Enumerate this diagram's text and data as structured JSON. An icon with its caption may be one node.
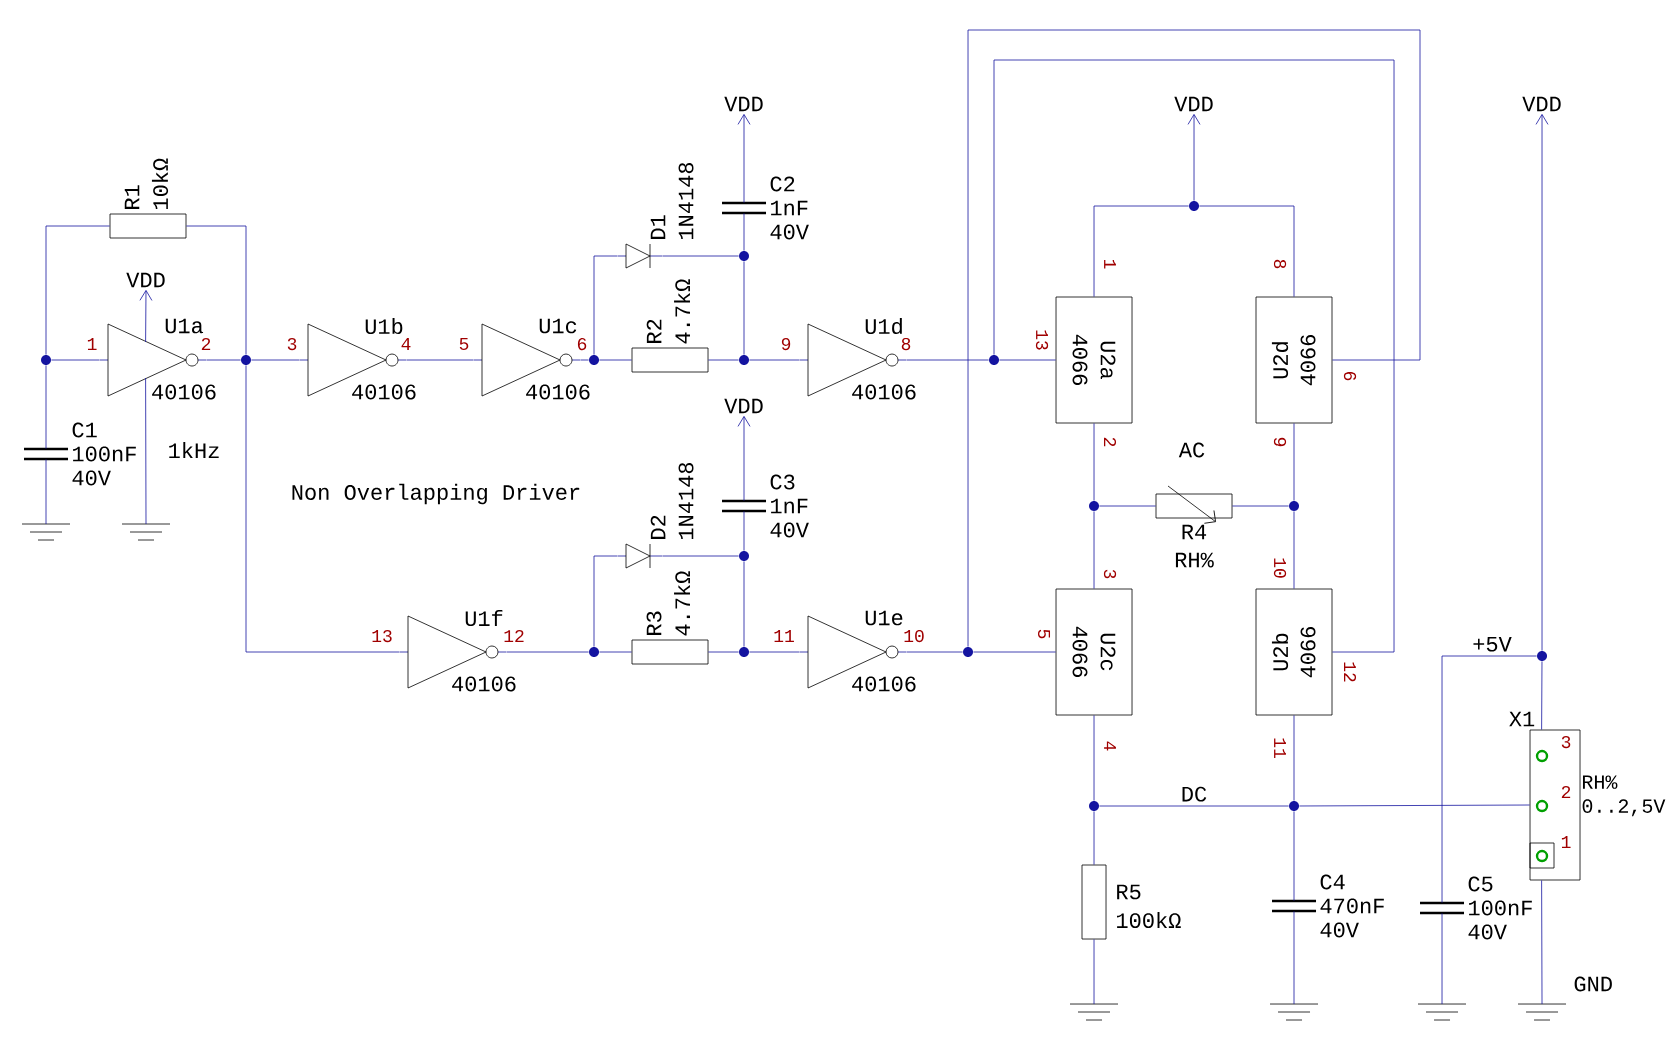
{
  "diagram": {
    "nodes": [
      {
        "text": [
          "R1",
          "10kΩ"
        ]
      },
      {
        "text": [
          "U1a",
          "40106"
        ]
      },
      {
        "text": [
          "VDD"
        ]
      },
      {
        "text": [
          "C1",
          "100nF",
          "40V"
        ]
      },
      {
        "text": [],
        "shape": "ground"
      },
      {
        "text": [],
        "shape": "ground"
      },
      {
        "text": [],
        "shape": "dot"
      },
      {
        "text": [],
        "shape": "dot"
      },
      {
        "text": [
          "U1b",
          "40106"
        ]
      },
      {
        "text": [
          "U1c",
          "40106"
        ]
      },
      {
        "text": [],
        "shape": "dot"
      },
      {
        "text": [
          "D1",
          "1N4148"
        ]
      },
      {
        "text": [
          "R2",
          "4.7kΩ"
        ]
      },
      {
        "text": [],
        "shape": "dot"
      },
      {
        "text": [],
        "shape": "dot"
      },
      {
        "text": [
          "C2",
          "1nF",
          "40V"
        ]
      },
      {
        "text": [
          "VDD"
        ]
      },
      {
        "text": [
          "U1d",
          "40106"
        ]
      },
      {
        "text": [],
        "shape": "dot"
      },
      {
        "text": [
          "U2a",
          "4066"
        ]
      },
      {
        "text": [
          "U2d",
          "4066"
        ]
      },
      {
        "text": [
          "VDD"
        ]
      },
      {
        "text": [],
        "shape": "dot"
      },
      {
        "text": [],
        "shape": "dot"
      },
      {
        "text": [],
        "shape": "dot"
      },
      {
        "text": [
          "R4",
          "RH%"
        ]
      },
      {
        "text": [
          "U1f",
          "40106"
        ]
      },
      {
        "text": [],
        "shape": "dot"
      },
      {
        "text": [
          "D2",
          "1N4148"
        ]
      },
      {
        "text": [
          "R3",
          "4.7kΩ"
        ]
      },
      {
        "text": [],
        "shape": "dot"
      },
      {
        "text": [],
        "shape": "dot"
      },
      {
        "text": [
          "C3",
          "1nF",
          "40V"
        ]
      },
      {
        "text": [
          "VDD"
        ]
      },
      {
        "text": [
          "U1e",
          "40106"
        ]
      },
      {
        "text": [],
        "shape": "dot"
      },
      {
        "text": [
          "U2c",
          "4066"
        ]
      },
      {
        "text": [
          "U2b",
          "4066"
        ]
      },
      {
        "text": [],
        "shape": "dot"
      },
      {
        "text": [],
        "shape": "dot"
      },
      {
        "text": [
          "R5",
          "100kΩ"
        ]
      },
      {
        "text": [],
        "shape": "ground"
      },
      {
        "text": [
          "C4",
          "470nF",
          "40V"
        ]
      },
      {
        "text": [],
        "shape": "ground"
      },
      {
        "text": [
          "C5",
          "100nF",
          "40V"
        ]
      },
      {
        "text": [],
        "shape": "ground"
      },
      {
        "text": [
          "VDD"
        ]
      },
      {
        "text": [],
        "shape": "dot"
      },
      {
        "text": [
          "X1"
        ],
        "beside": [
          "RH% 0..2,5V"
        ]
      },
      {
        "text": [
          "GND"
        ]
      }
    ],
    "edges": [
      {
        "from": 0,
        "to": 6,
        "arrow": "none"
      },
      {
        "from": 0,
        "to": 7,
        "arrow": "none"
      },
      {
        "from": 6,
        "to": 1,
        "arrow": "none"
      },
      {
        "from": 1,
        "to": 7,
        "arrow": "none"
      },
      {
        "from": 1,
        "to": 2,
        "arrow": "to"
      },
      {
        "from": 1,
        "to": 5,
        "arrow": "none"
      },
      {
        "from": 6,
        "to": 3,
        "arrow": "none"
      },
      {
        "from": 3,
        "to": 4,
        "arrow": "none"
      },
      {
        "from": 7,
        "to": 8,
        "arrow": "none"
      },
      {
        "from": 8,
        "to": 9,
        "arrow": "none"
      },
      {
        "from": 9,
        "to": 10,
        "arrow": "none"
      },
      {
        "from": 10,
        "to": 11,
        "arrow": "none"
      },
      {
        "from": 10,
        "to": 12,
        "arrow": "none"
      },
      {
        "from": 11,
        "to": 13,
        "arrow": "none"
      },
      {
        "from": 12,
        "to": 14,
        "arrow": "none"
      },
      {
        "from": 13,
        "to": 14,
        "arrow": "none"
      },
      {
        "from": 15,
        "to": 13,
        "arrow": "none"
      },
      {
        "from": 15,
        "to": 16,
        "arrow": "to"
      },
      {
        "from": 14,
        "to": 17,
        "arrow": "none"
      },
      {
        "from": 17,
        "to": 18,
        "arrow": "none"
      },
      {
        "from": 18,
        "to": 19,
        "arrow": "none"
      },
      {
        "from": 18,
        "to": 37,
        "arrow": "none"
      },
      {
        "from": 19,
        "to": 22,
        "arrow": "none"
      },
      {
        "from": 20,
        "to": 22,
        "arrow": "none"
      },
      {
        "from": 22,
        "to": 21,
        "arrow": "to"
      },
      {
        "from": 19,
        "to": 23,
        "arrow": "none"
      },
      {
        "from": 20,
        "to": 24,
        "arrow": "none"
      },
      {
        "from": 23,
        "to": 25,
        "arrow": "none"
      },
      {
        "from": 25,
        "to": 24,
        "arrow": "none"
      },
      {
        "from": 23,
        "to": 36,
        "arrow": "none"
      },
      {
        "from": 24,
        "to": 37,
        "arrow": "none"
      },
      {
        "from": 20,
        "to": 35,
        "arrow": "none"
      },
      {
        "from": 7,
        "to": 26,
        "arrow": "none"
      },
      {
        "from": 26,
        "to": 27,
        "arrow": "none"
      },
      {
        "from": 27,
        "to": 28,
        "arrow": "none"
      },
      {
        "from": 27,
        "to": 29,
        "arrow": "none"
      },
      {
        "from": 28,
        "to": 30,
        "arrow": "none"
      },
      {
        "from": 29,
        "to": 31,
        "arrow": "none"
      },
      {
        "from": 30,
        "to": 31,
        "arrow": "none"
      },
      {
        "from": 32,
        "to": 30,
        "arrow": "none"
      },
      {
        "from": 32,
        "to": 33,
        "arrow": "to"
      },
      {
        "from": 31,
        "to": 34,
        "arrow": "none"
      },
      {
        "from": 34,
        "to": 35,
        "arrow": "none"
      },
      {
        "from": 35,
        "to": 36,
        "arrow": "none"
      },
      {
        "from": 36,
        "to": 38,
        "arrow": "none"
      },
      {
        "from": 37,
        "to": 39,
        "arrow": "none"
      },
      {
        "from": 38,
        "to": 39,
        "arrow": "none",
        "label": "DC"
      },
      {
        "from": 39,
        "to": 48,
        "arrow": "none"
      },
      {
        "from": 38,
        "to": 40,
        "arrow": "none"
      },
      {
        "from": 40,
        "to": 41,
        "arrow": "none"
      },
      {
        "from": 39,
        "to": 42,
        "arrow": "none"
      },
      {
        "from": 42,
        "to": 43,
        "arrow": "none"
      },
      {
        "from": 44,
        "to": 45,
        "arrow": "none"
      },
      {
        "from": 44,
        "to": 47,
        "arrow": "none",
        "label": "+5V"
      },
      {
        "from": 47,
        "to": 46,
        "arrow": "to"
      },
      {
        "from": 47,
        "to": 48,
        "arrow": "none"
      },
      {
        "from": 48,
        "to": 49,
        "arrow": "none"
      }
    ],
    "labels": [
      "1kHz",
      "Non Overlapping Driver",
      "AC",
      "1",
      "2",
      "3",
      "4",
      "5",
      "6",
      "9",
      "8",
      "13",
      "1",
      "8",
      "6",
      "2",
      "9",
      "3",
      "10",
      "13",
      "12",
      "11",
      "10",
      "5",
      "12",
      "4",
      "11",
      "3",
      "2",
      "1"
    ]
  }
}
